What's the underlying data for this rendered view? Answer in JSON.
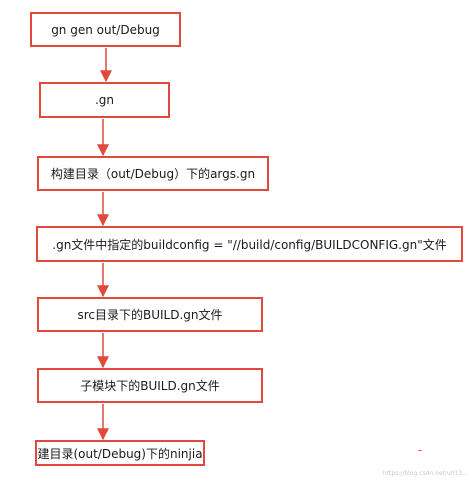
{
  "accent_color": "#e04a3c",
  "nodes": [
    "gn gen out/Debug",
    ".gn",
    "构建目录（out/Debug）下的args.gn",
    ".gn文件中指定的buildconfig = \"//build/config/BUILDCONFIG.gn\"文件",
    "src目录下的BUILD.gn文件",
    "子模块下的BUILD.gn文件",
    "构建目录(out/Debug)下的ninjia文"
  ],
  "edges": [
    [
      0,
      1
    ],
    [
      1,
      2
    ],
    [
      2,
      3
    ],
    [
      3,
      4
    ],
    [
      4,
      5
    ],
    [
      5,
      6
    ]
  ],
  "stray_mark": "-",
  "watermark": "https://blog.csdn.net/u013..."
}
